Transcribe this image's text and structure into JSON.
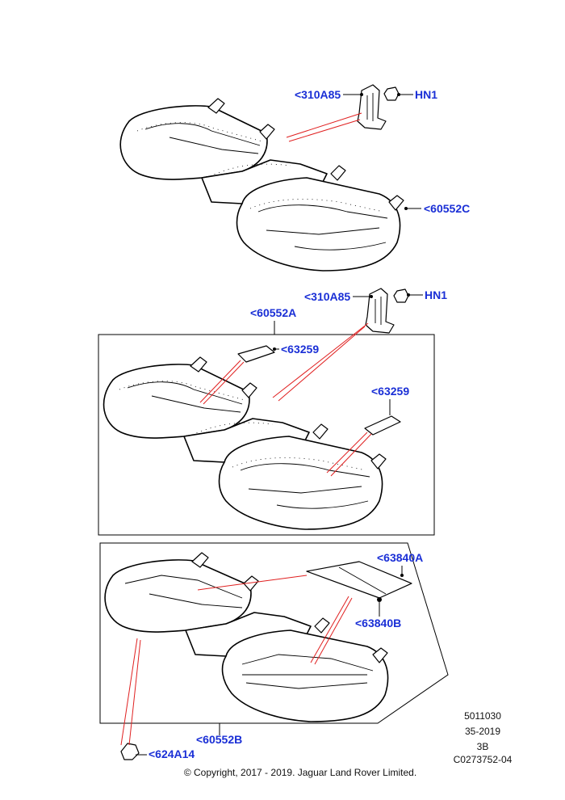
{
  "callouts": {
    "top_bracket": "<310A85",
    "top_nut": "HN1",
    "top_assembly": "<60552C",
    "mid_bracket": "<310A85",
    "mid_nut": "HN1",
    "mid_assembly": "<60552A",
    "pad_left": "<63259",
    "pad_right": "<63259",
    "heater_mat": "<63840A",
    "heater_connector": "<63840B",
    "bottom_assembly": "<60552B",
    "clip": "<624A14"
  },
  "meta": {
    "line1": "5011030",
    "line2": "35-2019",
    "line3": "3B",
    "line4": "C0273752-04"
  },
  "copyright": "© Copyright, 2017 - 2019. Jaguar Land Rover Limited.",
  "colors": {
    "callout": "#1a2fd6",
    "leader": "#e02020",
    "line": "#000000"
  }
}
